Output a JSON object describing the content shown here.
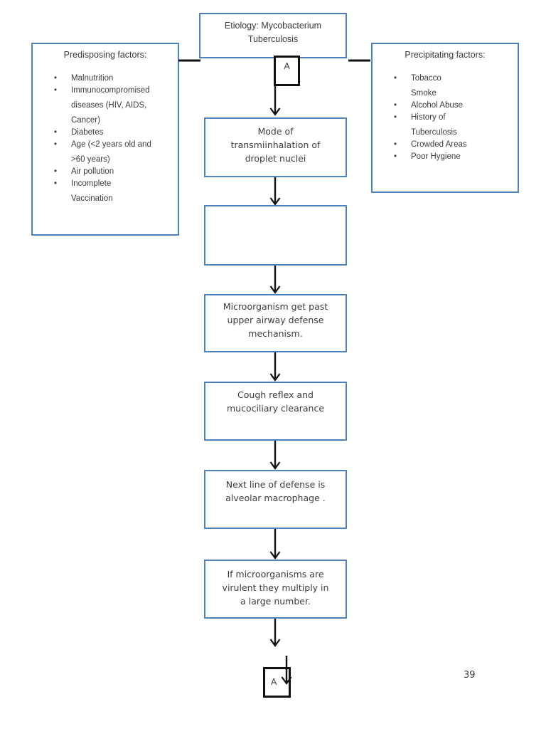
{
  "colors": {
    "box_border_blue": "#4f81bd",
    "connector_black": "#111111",
    "text": "#3c3c3c"
  },
  "page_number": "39",
  "left_panel": {
    "title": "Predisposing factors:",
    "items": [
      "Malnutrition",
      "Immunocompromised\ndiseases (HIV, AIDS,\nCancer)",
      "Diabetes",
      "Age (<2 years old and\n>60 years)",
      "Air pollution",
      "Incomplete\nVaccination"
    ]
  },
  "right_panel": {
    "title": "Precipitating factors:",
    "items": [
      "Tobacco\nSmoke",
      "Alcohol Abuse",
      "History of\nTuberculosis",
      "Crowded Areas",
      "Poor Hygiene"
    ]
  },
  "flow": {
    "etiology": "Etiology: Mycobacterium\nTuberculosis",
    "connector_top_label": "A",
    "mode_of_transmission": "Mode of\ntransmiinhalation of\ndroplet nuclei",
    "empty_step": "",
    "defense_bypass": "Microorganism get past\nupper airway defense\nmechanism.",
    "cough_reflex": "Cough reflex and\nmucociliary clearance",
    "alveolar_macrophage": "Next line of defense is\nalveolar macrophage .",
    "virulent_multiply": "If microorganisms are\nvirulent they multiply in\na large number.",
    "connector_bottom_label": "A"
  }
}
